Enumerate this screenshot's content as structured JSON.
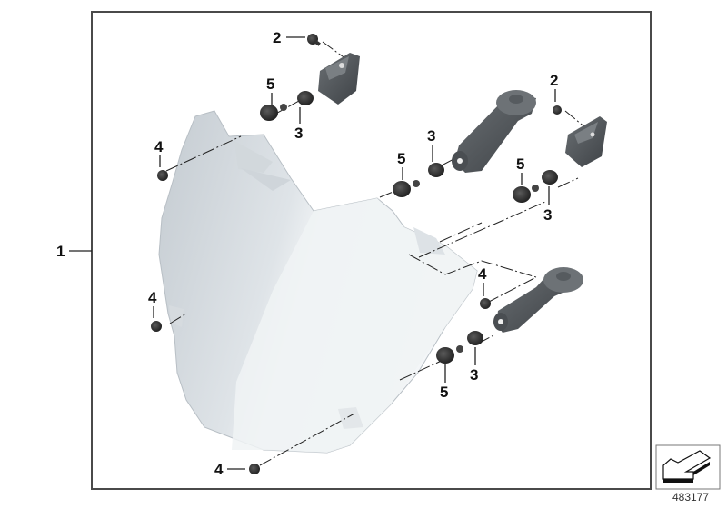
{
  "diagram": {
    "type": "exploded-parts-diagram",
    "reference_number": "483177",
    "colors": {
      "frame": "#4a4a4a",
      "part_dark": "#555a5e",
      "part_black": "#2a2a2a",
      "panel_light": "#e8ecef",
      "panel_shade": "#c9d0d6"
    },
    "callouts": [
      {
        "id": "c1",
        "label": "1",
        "part": "headlight cover panel"
      },
      {
        "id": "c2a",
        "label": "2",
        "part": "screw (upper left bracket)"
      },
      {
        "id": "c2b",
        "label": "2",
        "part": "screw (right bracket)"
      },
      {
        "id": "c3a",
        "label": "3",
        "part": "rubber grommet (upper left)"
      },
      {
        "id": "c3b",
        "label": "3",
        "part": "rubber grommet (center)"
      },
      {
        "id": "c3c",
        "label": "3",
        "part": "rubber grommet (right)"
      },
      {
        "id": "c3d",
        "label": "3",
        "part": "rubber grommet (lower right)"
      },
      {
        "id": "c4a",
        "label": "4",
        "part": "screw (upper left)"
      },
      {
        "id": "c4b",
        "label": "4",
        "part": "screw (left middle)"
      },
      {
        "id": "c4c",
        "label": "4",
        "part": "screw (right middle)"
      },
      {
        "id": "c4d",
        "label": "4",
        "part": "screw (bottom)"
      },
      {
        "id": "c5a",
        "label": "5",
        "part": "damper (upper left)"
      },
      {
        "id": "c5b",
        "label": "5",
        "part": "damper (center)"
      },
      {
        "id": "c5c",
        "label": "5",
        "part": "damper (right)"
      },
      {
        "id": "c5d",
        "label": "5",
        "part": "damper (lower right)"
      }
    ],
    "nav_icon": "arrow-pointer-icon"
  }
}
